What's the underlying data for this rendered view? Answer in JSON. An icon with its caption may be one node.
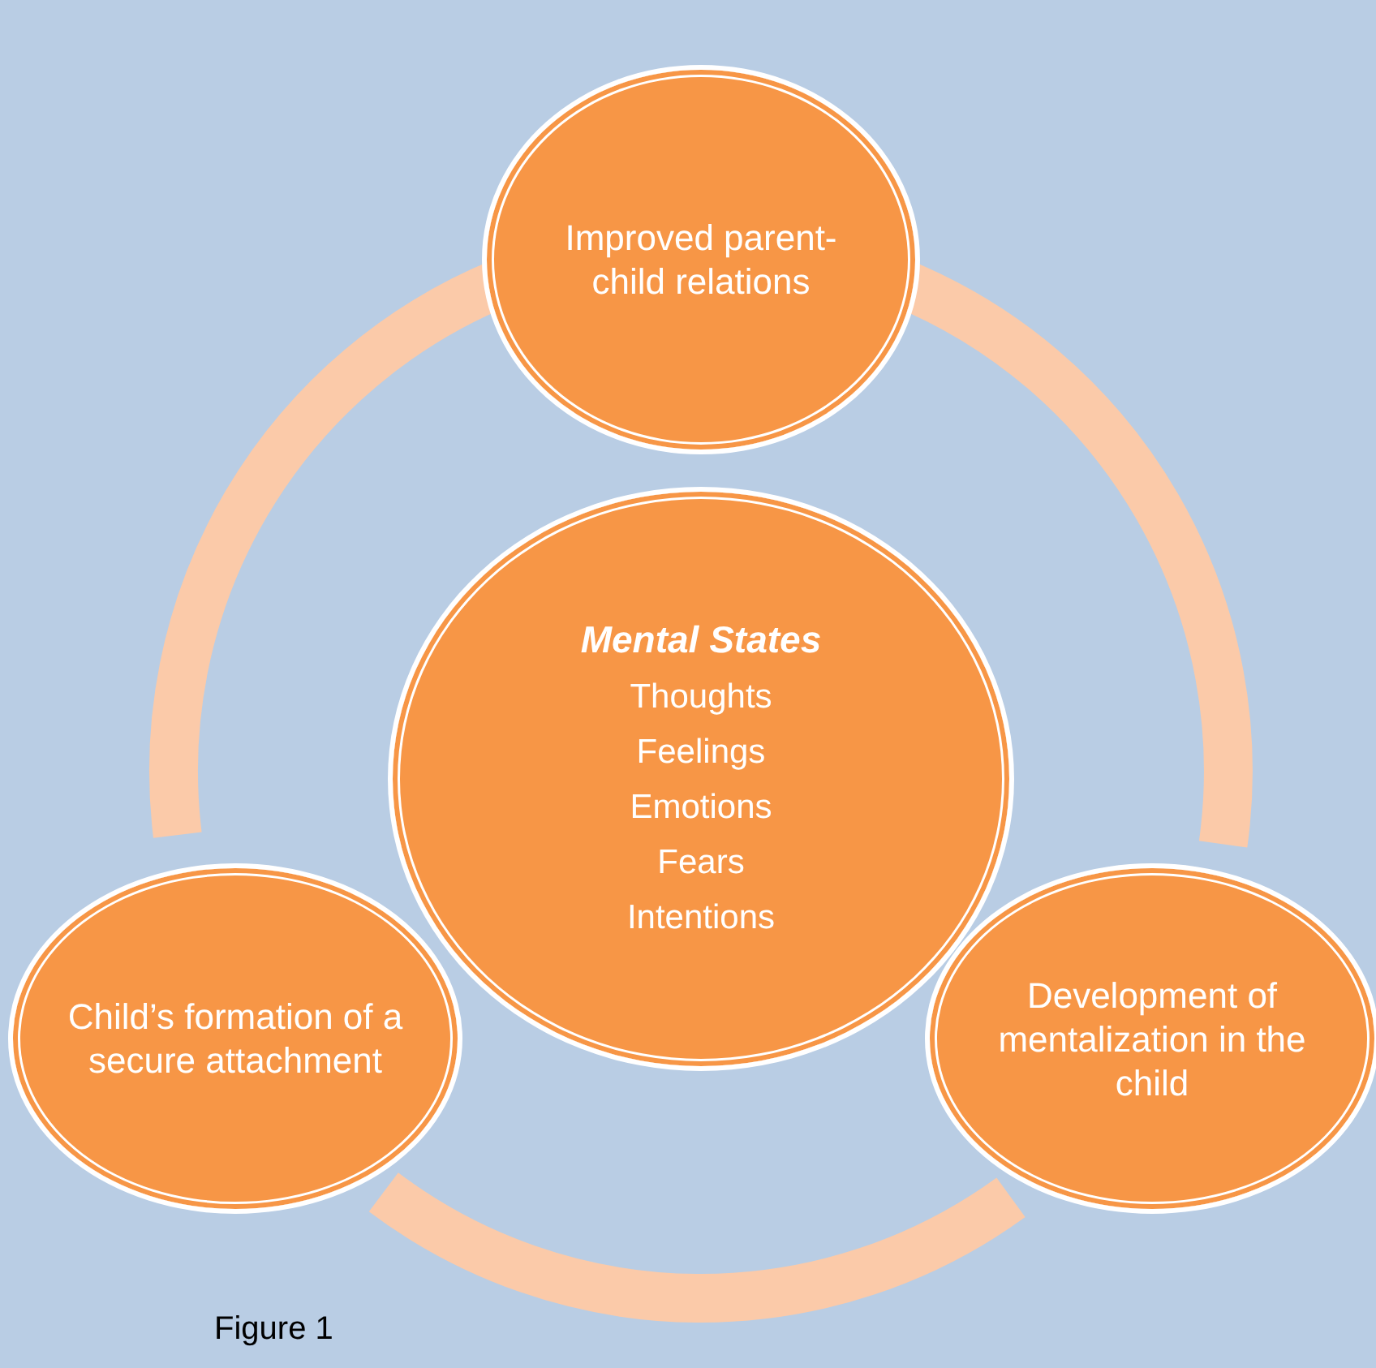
{
  "diagram": {
    "caption": "Figure 1",
    "nodes": [
      {
        "text": [
          "Improved parent-child relations"
        ]
      },
      {
        "text": [
          "Mental States",
          "Thoughts",
          "Feelings",
          "Emotions",
          "Fears",
          "Intentions"
        ]
      },
      {
        "text": [
          "Child’s formation of a secure attachment"
        ]
      },
      {
        "text": [
          "Development of mentalization in the child"
        ]
      }
    ],
    "edges": [
      {
        "from": 0,
        "to": 3,
        "arrow": "none"
      },
      {
        "from": 3,
        "to": 2,
        "arrow": "none"
      },
      {
        "from": 2,
        "to": 0,
        "arrow": "none"
      }
    ]
  }
}
